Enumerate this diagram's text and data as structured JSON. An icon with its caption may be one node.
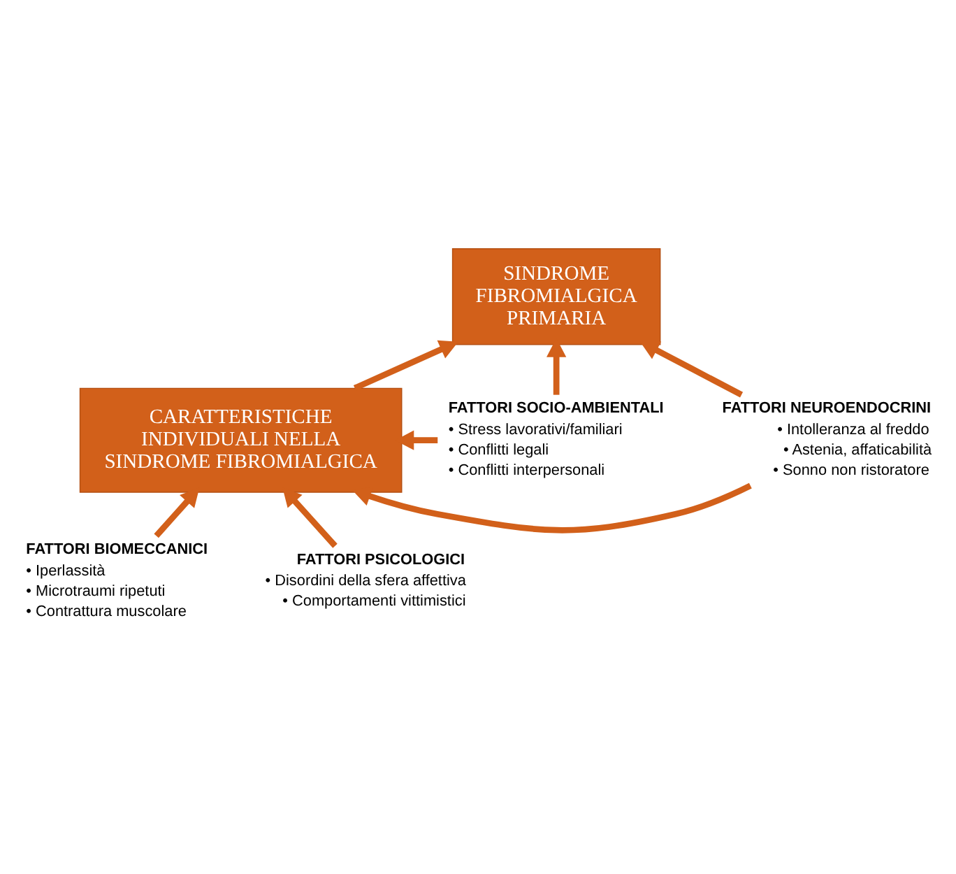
{
  "diagram": {
    "nodes": [
      {
        "text": [
          "SINDROME FIBROMIALGICA PRIMARIA"
        ]
      },
      {
        "text": [
          "CARATTERISTICHE INDIVIDUALI NELLA SINDROME FIBROMIALGICA"
        ]
      },
      {
        "text": [
          "FATTORI SOCIO-AMBIENTALI",
          "• Stress lavorativi/familiari",
          "• Conflitti legali",
          "• Conflitti interpersonali"
        ]
      },
      {
        "text": [
          "FATTORI NEUROENDOCRINI",
          "• Intolleranza al freddo",
          "• Astenia, affaticabilità",
          "• Sonno non ristoratore"
        ]
      },
      {
        "text": [
          "FATTORI BIOMECCANICI",
          "• Iperlassità",
          "• Microtraumi ripetuti",
          "• Contrattura muscolare"
        ]
      },
      {
        "text": [
          "FATTORI PSICOLOGICI",
          "• Disordini della sfera affettiva",
          "• Comportamenti vittimistici"
        ]
      }
    ],
    "edges": [
      {
        "from": 2,
        "to": 0,
        "arrow": "to"
      },
      {
        "from": 3,
        "to": 0,
        "arrow": "to"
      },
      {
        "from": 1,
        "to": 0,
        "arrow": "to"
      },
      {
        "from": 2,
        "to": 1,
        "arrow": "to"
      },
      {
        "from": 3,
        "to": 1,
        "arrow": "to"
      },
      {
        "from": 4,
        "to": 1,
        "arrow": "to"
      },
      {
        "from": 5,
        "to": 1,
        "arrow": "to"
      }
    ]
  }
}
